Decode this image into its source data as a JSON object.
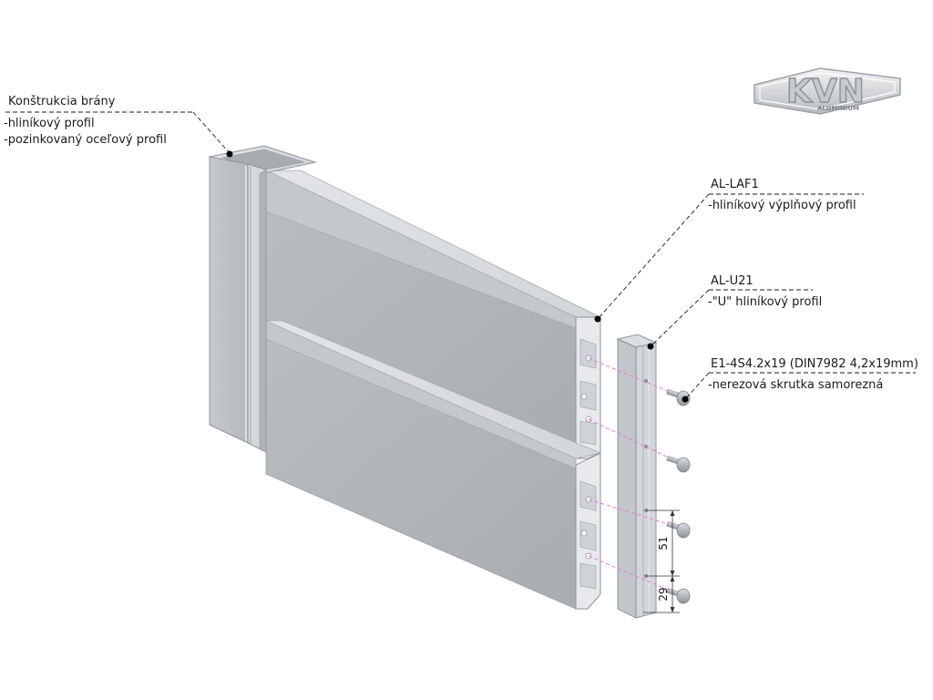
{
  "labels": {
    "gate_title": "Konštrukcia brány",
    "gate_line1": "-hliníkový profil",
    "gate_line2": "-pozinkovaný oceľový profil",
    "laf_title": "AL-LAF1",
    "laf_line1": "-hliníkový výplňový profil",
    "u_title": "AL-U21",
    "u_line1": "-\"U\" hliníkový profil",
    "screw_title": "E1-4S4.2x19 (DIN7982 4,2x19mm)",
    "screw_line1": "-nerezová skrutka samorezná"
  },
  "dimensions": {
    "upper": "51",
    "lower": "29"
  },
  "logo": {
    "brand": "KVN",
    "sub": "ALUMINIUM"
  },
  "colors": {
    "profile_light": "#c9ccd0",
    "profile_mid": "#b6b9bd",
    "profile_dark": "#9ea2a7",
    "guide_line": "#e377e3"
  }
}
